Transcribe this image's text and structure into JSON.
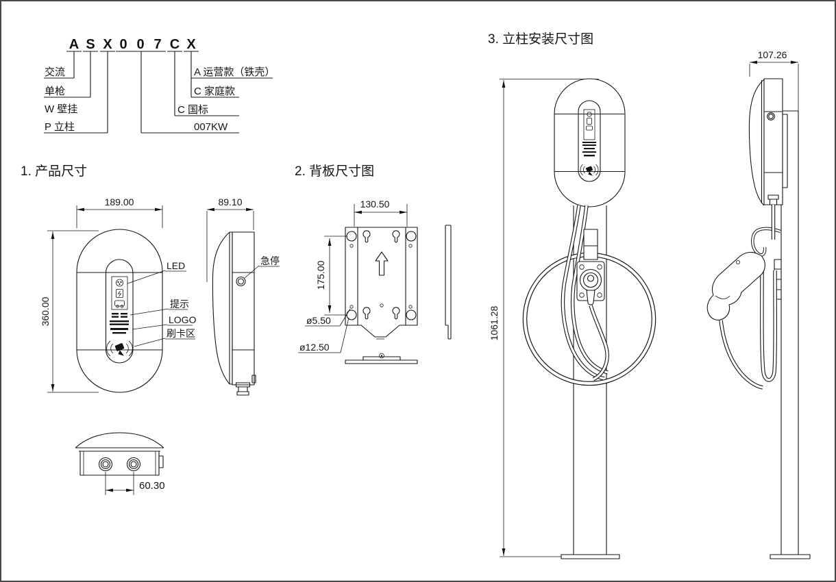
{
  "colors": {
    "line": "#141414",
    "background": "#ffffff",
    "border": "#4a4a4a"
  },
  "model_legend": {
    "code_chars": [
      "A",
      "S",
      "X",
      "0",
      "0",
      "7",
      "C",
      "X"
    ],
    "left_labels": [
      "交流",
      "单枪",
      "W 壁挂",
      "P 立柱"
    ],
    "right_labels": [
      "A 运营款（铁壳）",
      "C 家庭款",
      "C 国标",
      "007KW"
    ]
  },
  "sections": [
    {
      "title": "1. 产品尺寸"
    },
    {
      "title": "2. 背板尺寸图"
    },
    {
      "title": "3. 立柱安装尺寸图"
    }
  ],
  "front_view": {
    "width_dim": "189.00",
    "height_dim": "360.00",
    "callouts": [
      "LED",
      "提示",
      "LOGO",
      "刷卡区"
    ]
  },
  "side_view": {
    "depth_dim": "89.10",
    "estop_label": "急停"
  },
  "bottom_view": {
    "gland_spacing_dim": "60.30"
  },
  "backplate_view": {
    "width_dim": "130.50",
    "hole_pitch_dim": "175.00",
    "small_hole_dim": "ø5.50",
    "large_hole_dim": "ø12.50"
  },
  "pole_view": {
    "height_dim": "1061.28",
    "depth_dim": "107.26"
  }
}
